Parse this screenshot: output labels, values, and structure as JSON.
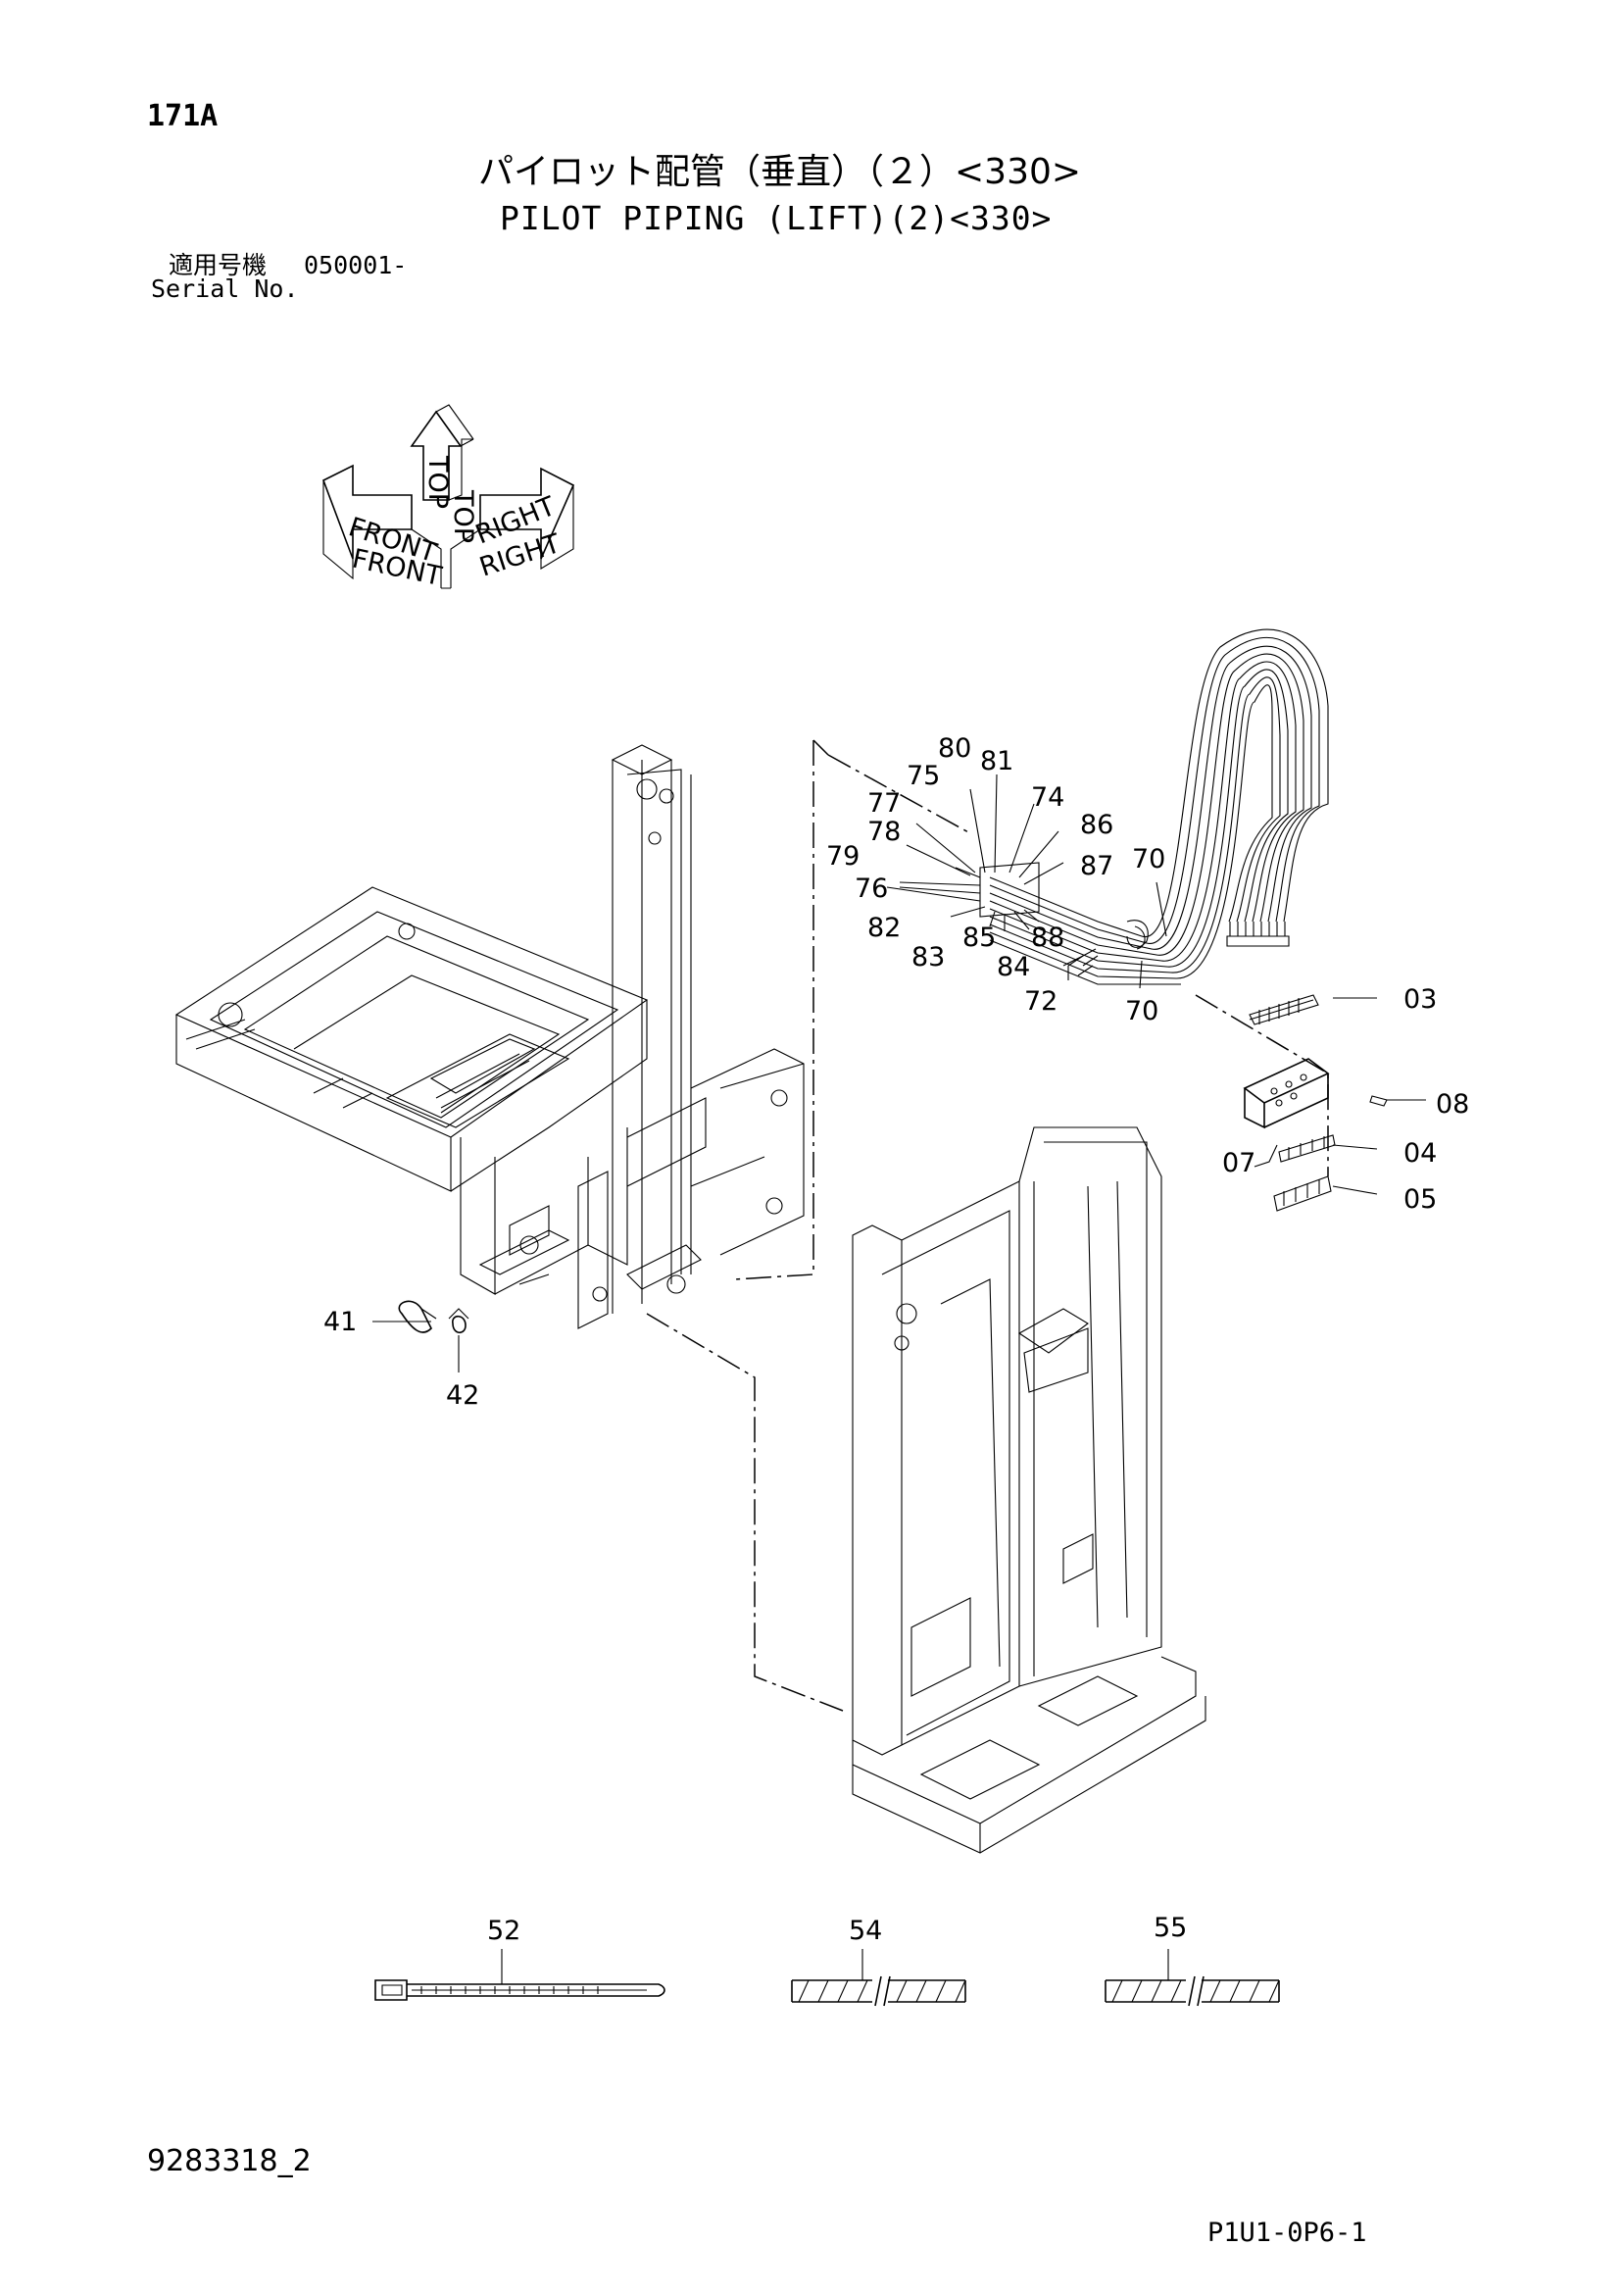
{
  "header": {
    "page_no": "171A",
    "title_ja": "パイロット配管（垂直）（２）<330>",
    "title_en": "PILOT PIPING (LIFT)(2)<330>",
    "serial_label_ja": "適用号機",
    "serial_value": "050001-",
    "serial_label_en": "Serial No."
  },
  "orientation": {
    "front": "FRONT",
    "top": "TOP",
    "right": "RIGHT"
  },
  "callouts": {
    "c80": "80",
    "c75": "75",
    "c81": "81",
    "c77": "77",
    "c74": "74",
    "c78": "78",
    "c86": "86",
    "c79": "79",
    "c87": "87",
    "c76": "76",
    "c70a": "70",
    "c82": "82",
    "c85": "85",
    "c88": "88",
    "c83": "83",
    "c84": "84",
    "c72": "72",
    "c70b": "70",
    "c03": "03",
    "c08": "08",
    "c07": "07",
    "c04": "04",
    "c05": "05",
    "c41": "41",
    "c42": "42",
    "c52": "52",
    "c54": "54",
    "c55": "55"
  },
  "footer": {
    "doc_no": "9283318_2",
    "sheet_code": "P1U1-0P6-1"
  }
}
